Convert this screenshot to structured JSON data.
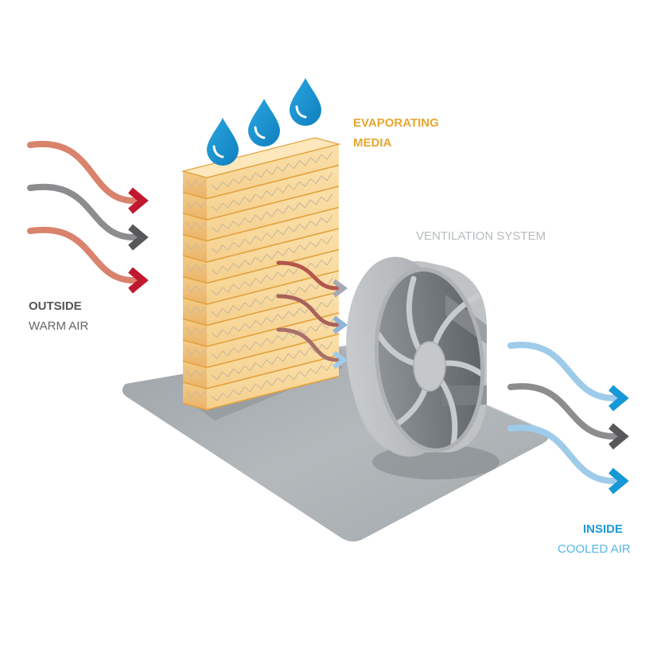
{
  "labels": {
    "evaporating_line1": "EVAPORATING",
    "evaporating_line2": "MEDIA",
    "ventilation": "VENTILATION SYSTEM",
    "outside": "OUTSIDE",
    "warm_air": "WARM AIR",
    "inside": "INSIDE",
    "cooled_air": "COOLED AIR"
  },
  "colors": {
    "evaporating": "#e8a630",
    "ventilation": "#b7bbbe",
    "outside": "#555555",
    "warm_air": "#666666",
    "inside": "#1c9ad6",
    "cooled_air": "#58b6e4",
    "warm_stream": "#d9826c",
    "warm_arrow": "#c0182e",
    "grey_stream": "#8d8d8f",
    "grey_arrow": "#58585a",
    "cool_stream": "#9fcbea",
    "cool_arrow": "#1698d6",
    "water": "#1a93d1",
    "media": "#f7d79b",
    "media_line": "#e3a23f",
    "platform": "#aab0b3"
  },
  "icons": {
    "water_drop": "water-drop-icon",
    "fan": "fan-icon",
    "arrow": "arrow-icon"
  }
}
